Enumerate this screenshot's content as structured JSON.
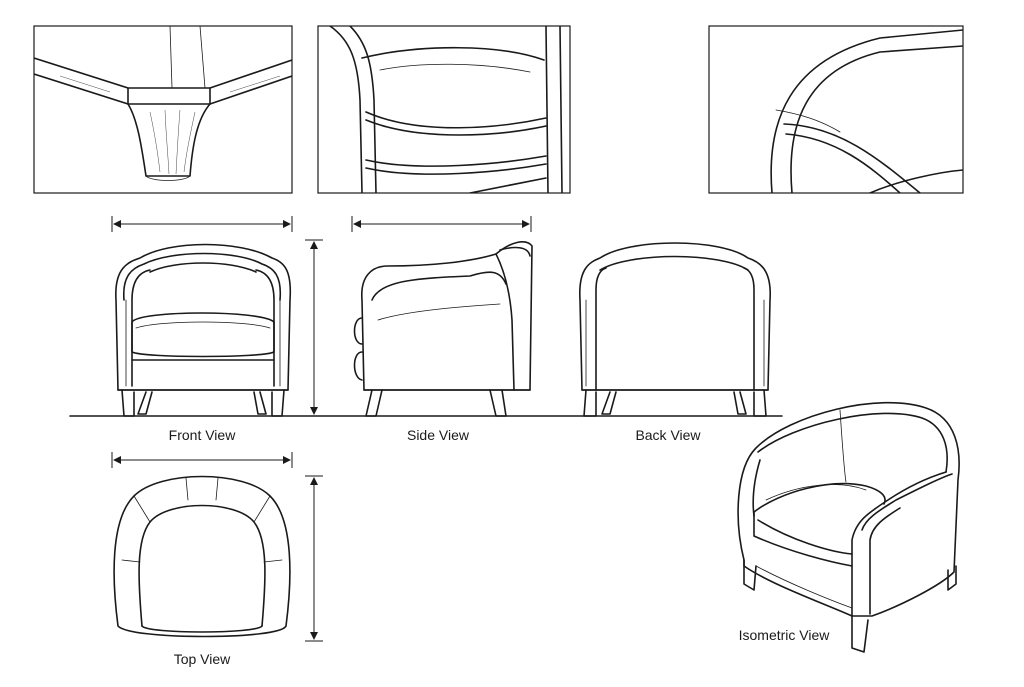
{
  "labels": {
    "front": "Front View",
    "side": "Side View",
    "back": "Back View",
    "top": "Top View",
    "isometric": "Isometric View"
  }
}
